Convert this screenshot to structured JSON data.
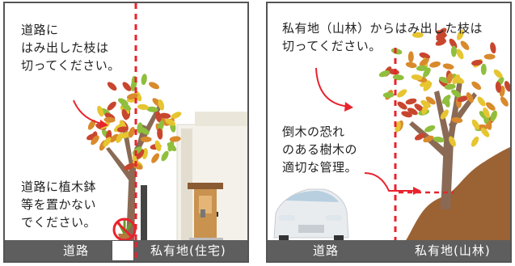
{
  "left_panel": {
    "caption_top": "道路に\nはみ出した枝は\n切ってください。",
    "caption_bottom": "道路に植木鉢\n等を置かない\nでください。",
    "ground_left": "道路",
    "ground_right": "私有地(住宅)"
  },
  "right_panel": {
    "caption_top": "私有地（山林）からはみ出した枝は\n切ってください。",
    "caption_mid": "倒木の恐れ\nのある樹木の\n適切な管理。",
    "ground_left": "道路",
    "ground_right": "私有地(山林)"
  },
  "colors": {
    "boundary_line": "#e8232e",
    "ground": "#5e5e5e",
    "trunk": "#8a6a55",
    "soil": "#9b6234",
    "house_wall": "#f4f1ea",
    "door": "#c9924f",
    "leaf_colors": [
      "#c8462e",
      "#e6c531",
      "#8fbf3d",
      "#d98a2c"
    ]
  },
  "icons": [
    "tree-icon",
    "house-icon",
    "car-icon",
    "potted-plant-icon",
    "prohibited-mark-icon",
    "arrow-icon",
    "boundary-line-icon"
  ]
}
